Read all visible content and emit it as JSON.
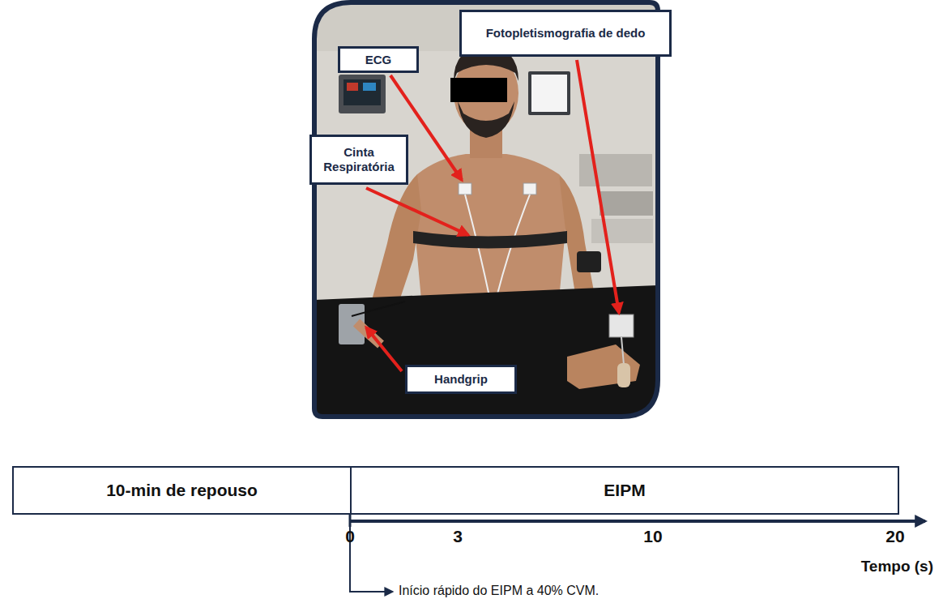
{
  "diagram": {
    "nodes": [
      {
        "text": [
          "Fotopletismografia de dedo"
        ]
      },
      {
        "text": [
          "ECG"
        ]
      },
      {
        "text": [
          "Cinta Respiratória"
        ]
      },
      {
        "text": [
          "Handgrip"
        ]
      },
      {
        "text": [
          "10-min de repouso"
        ]
      },
      {
        "text": [
          "EIPM"
        ]
      }
    ],
    "labels": [
      "0",
      "3",
      "10",
      "20",
      "Tempo (s)",
      "Início rápido do EIPM a 40% CVM."
    ]
  }
}
